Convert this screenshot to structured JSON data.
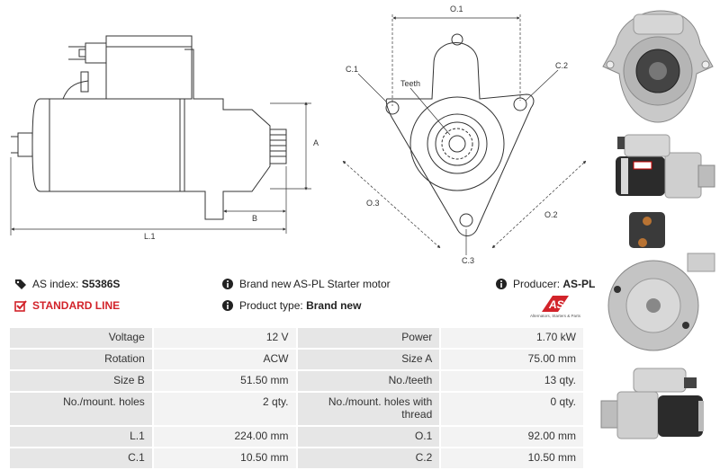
{
  "drawing": {
    "dim_labels": {
      "a": "A",
      "b": "B",
      "l1": "L.1",
      "o1": "O.1",
      "o2": "O.2",
      "o3": "O.3",
      "c1": "C.1",
      "c2": "C.2",
      "c3": "C.3",
      "teeth": "Teeth"
    }
  },
  "info": {
    "as_index_label": "AS index:",
    "as_index_value": "S5386S",
    "standard_line": "STANDARD LINE",
    "description": "Brand new AS-PL Starter motor",
    "product_type_label": "Product type:",
    "product_type_value": "Brand new",
    "producer_label": "Producer:",
    "producer_value": "AS-PL"
  },
  "brand": {
    "logo_text": "AS",
    "tagline": "Alternators, Starters & Parts",
    "accent_color": "#d2232a"
  },
  "params": [
    [
      "Voltage",
      "12 V",
      "Power",
      "1.70 kW"
    ],
    [
      "Rotation",
      "ACW",
      "Size A",
      "75.00 mm"
    ],
    [
      "Size B",
      "51.50 mm",
      "No./teeth",
      "13 qty."
    ],
    [
      "No./mount. holes",
      "2 qty.",
      "No./mount. holes with thread",
      "0 qty."
    ],
    [
      "L.1",
      "224.00 mm",
      "O.1",
      "92.00 mm"
    ],
    [
      "C.1",
      "10.50 mm",
      "C.2",
      "10.50 mm"
    ]
  ]
}
